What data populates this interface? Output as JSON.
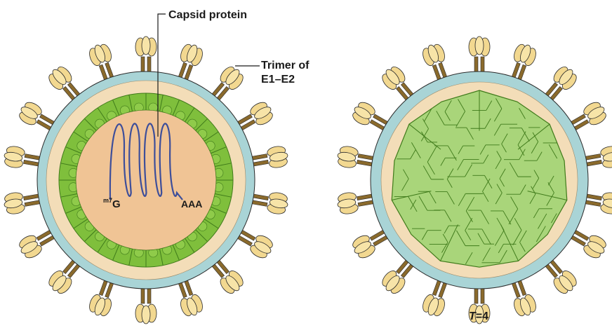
{
  "labels": {
    "capsid_protein": "Capsid protein",
    "trimer_line1": "Trimer of",
    "trimer_line2": "E1–E2",
    "cap_sup": "m7",
    "cap_base": "G",
    "poly_a": "AAA",
    "triangulation_T": "T",
    "triangulation_value": "=4"
  },
  "colors": {
    "lipid_outer": "#a9d4d6",
    "lipid_inner": "#f3ddb8",
    "interior": "#f0c495",
    "capsid_green": "#7fbf3c",
    "capsid_dark": "#3f7a1a",
    "icosa_fill": "#a9d57a",
    "icosa_line": "#3f7a1a",
    "spike_stalk": "#8a6a2c",
    "spike_head": "#f2d890",
    "rna": "#3d4e9a",
    "outline": "#2a2a2a"
  }
}
